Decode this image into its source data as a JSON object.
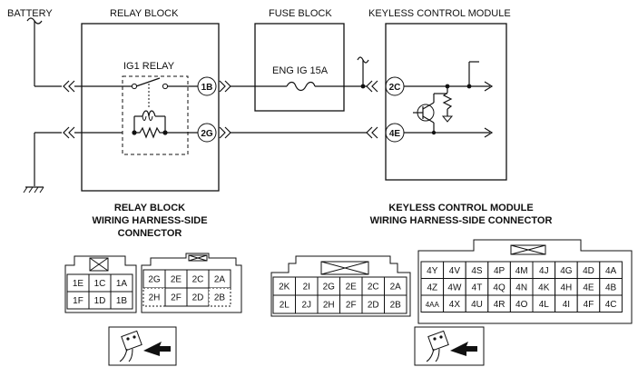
{
  "labels": {
    "battery": "BATTERY",
    "relay_block": "RELAY BLOCK",
    "fuse_block": "FUSE BLOCK",
    "keyless_module": "KEYLESS CONTROL MODULE",
    "ig1_relay": "IG1 RELAY",
    "fuse": "ENG IG 15A"
  },
  "terminals": {
    "t1b": "1B",
    "t2g": "2G",
    "t2c": "2C",
    "t4e": "4E"
  },
  "relay_connector": {
    "title_line1": "RELAY BLOCK",
    "title_line2": "WIRING HARNESS-SIDE",
    "title_line3": "CONNECTOR",
    "small_rows": [
      [
        "1E",
        "1C",
        "1A"
      ],
      [
        "1F",
        "1D",
        "1B"
      ]
    ],
    "large_rows": [
      [
        "2G",
        "2E",
        "2C",
        "2A"
      ],
      [
        "2H",
        "2F",
        "2D",
        "2B"
      ]
    ]
  },
  "keyless_connector": {
    "title_line1": "KEYLESS CONTROL MODULE",
    "title_line2": "WIRING HARNESS-SIDE CONNECTOR",
    "small_rows": [
      [
        "2K",
        "2I",
        "2G",
        "2E",
        "2C",
        "2A"
      ],
      [
        "2L",
        "2J",
        "2H",
        "2F",
        "2D",
        "2B"
      ]
    ],
    "large_rows": [
      [
        "4Y",
        "4V",
        "4S",
        "4P",
        "4M",
        "4J",
        "4G",
        "4D",
        "4A"
      ],
      [
        "4Z",
        "4W",
        "4T",
        "4Q",
        "4N",
        "4K",
        "4H",
        "4E",
        "4B"
      ],
      [
        "4AA",
        "4X",
        "4U",
        "4R",
        "4O",
        "4L",
        "4I",
        "4F",
        "4C"
      ]
    ]
  },
  "icons": {
    "connector_view": "harness-connector-front-view-icon",
    "ground": "ground-symbol-icon",
    "fuse": "fuse-symbol-icon",
    "transistor": "transistor-symbol-icon"
  }
}
